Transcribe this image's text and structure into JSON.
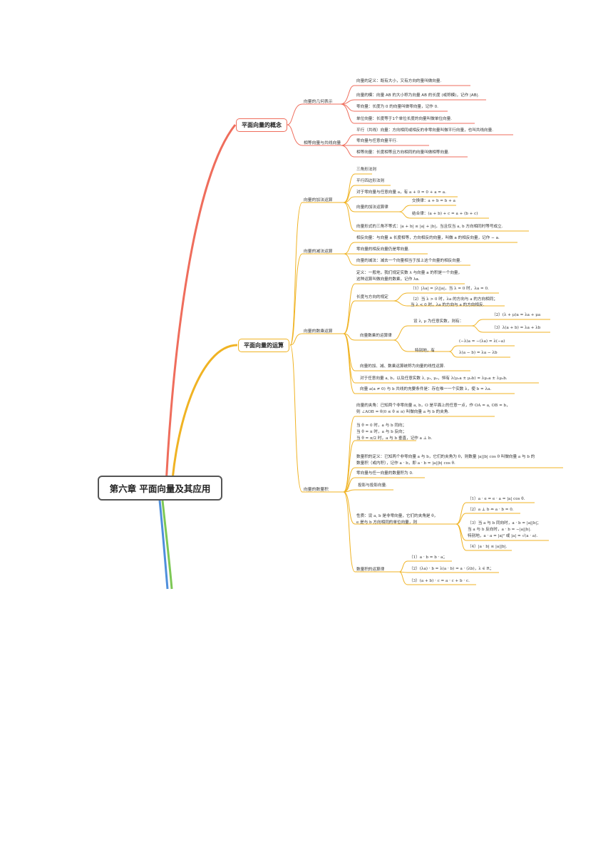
{
  "root": {
    "title": "第六章 平面向量及其应用"
  },
  "colors": {
    "red": "#ef6d5c",
    "orange": "#f0b323",
    "green": "#7dc855",
    "blue": "#4f8fdc",
    "root_border": "#555555"
  },
  "concept": {
    "title": "平面向量的概念",
    "geometry": {
      "title": "向量的几何表示",
      "items": [
        "向量的定义：既有大小，又有方向的量叫做向量.",
        "向量的模：向量 AB 的大小称为向量 AB 的长度 (或称模)，记作 |AB|.",
        "零向量：长度为 0 的向量叫做零向量，记作 0.",
        "单位向量：长度等于1个单位长度的向量叫做单位向量."
      ]
    },
    "parallel": {
      "title": "相等向量与共线向量",
      "items": [
        "平行（共线）向量：方向相同或相反的非零向量叫做平行向量，也叫共线向量.",
        "零向量与任意向量平行.",
        "相等向量：长度相等且方向相同的向量叫做相等向量."
      ]
    }
  },
  "operations": {
    "title": "平面向量的运算",
    "addition": {
      "title": "向量的加法运算",
      "items": [
        "三角形法则",
        "平行四边形法则",
        "对于零向量与任意向量 a，有 a + 0 = 0 + a = a."
      ],
      "laws_title": "向量的加法运算律",
      "laws": [
        "交换律：a + b = b + a",
        "结合律：(a + b) + c = a + (b + c)"
      ],
      "triangle": "向量形式的三角不等式：|a + b| ≤ |a| + |b|，当且仅当 a, b 方向相同时等号成立."
    },
    "subtraction": {
      "title": "向量的减法运算",
      "items": [
        "相反向量：与向量 a 长度相等，方向相反的向量，叫做 a 的相反向量，记作 − a.",
        "零向量的相反向量仍是零向量.",
        "向量的减法：减去一个向量相当于加上这个向量的相反向量."
      ]
    },
    "scalar": {
      "title": "向量的数乘运算",
      "def1": "定义：一般地，我们规定实数 λ 与向量 a 的积是一个向量，",
      "def2": "这种运算叫做向量的数乘，记作 λa.",
      "len_title": "长度与方向的规定",
      "len1": "（1）|λa| = |λ||a|，当 λ = 0 时，λa = 0.",
      "len2a": "（2）当 λ > 0 时，λa 的方向与 a 的方向相同；",
      "len2b": "当 λ < 0 时，λa 的方向与 a 的方向相反.",
      "laws_title": "向量数乘的运算律",
      "let": "设 λ, μ 为任意实数，则有：",
      "law2": "（2）(λ + μ)a = λa + μa",
      "law3": "（3）λ(a + b) = λa + λb",
      "special": "特别地，有",
      "sp1": "(−λ)a = −(λa) = λ(−a)",
      "sp2": "λ(a − b) = λa − λb",
      "linear": "向量的加、减、数乘运算统称为向量的线性运算.",
      "any": "对于任意向量 a, b，以及任意实数 λ, μ₁, μ₂，恒有 λ(μ₁a ± μ₂b) = λμ₁a ± λμ₂b.",
      "collinear": "向量 a(a ≠ 0) 与 b 共线的充要条件是：存在唯一一个实数 λ，使 b = λa."
    },
    "dot": {
      "title": "向量的数量积",
      "angle1": "向量的夹角：已知两个非零向量 a, b，O 是平面上的任意一点，作 OA = a, OB = b，",
      "angle2": "则 ∠AOB = θ(0 ≤ θ ≤ π) 叫做向量 a 与 b 的夹角.",
      "theta1": "当 θ = 0 时，a 与 b 同向；",
      "theta2": "当 θ = π 时，a 与 b 反向；",
      "theta3": "当 θ = π/2 时，a 与 b 垂直，记作 a ⊥ b.",
      "def1": "数量积的定义：已知两个非零向量 a 与 b，它们的夹角为 θ，则数量 |a||b| cos θ 叫做向量 a 与 b 的",
      "def2": "数量积（或内积），记作 a · b，即 a · b = |a||b| cos θ.",
      "zero": "零向量与任一向量的数量积为 0.",
      "proj": "投影与投影向量.",
      "prop1": "性质：设 a, b 是非零向量，它们的夹角是 θ，",
      "prop2": "e 是与 b 方向相同的单位向量，则",
      "p1": "（1）a · e = e · a = |a| cos θ.",
      "p2": "（2）a ⊥ b ⇔ a · b = 0.",
      "p3a": "（3）当 a 与 b 同向时，a · b = |a||b|；",
      "p3b": "当 a 与 b 反向时，a · b = −|a||b|.",
      "p3c": "特别地，a · a = |a|² 或 |a| = √(a · a).",
      "p4": "（4）|a · b| ≤ |a||b|.",
      "laws_title": "数量积的运算律",
      "l1": "（1）a · b = b · a；",
      "l2": "（2）(λa) · b = λ(a · b) = a · (λb)，λ ∈ R；",
      "l3": "（3）(a + b) · c = a · c + b · c."
    }
  }
}
